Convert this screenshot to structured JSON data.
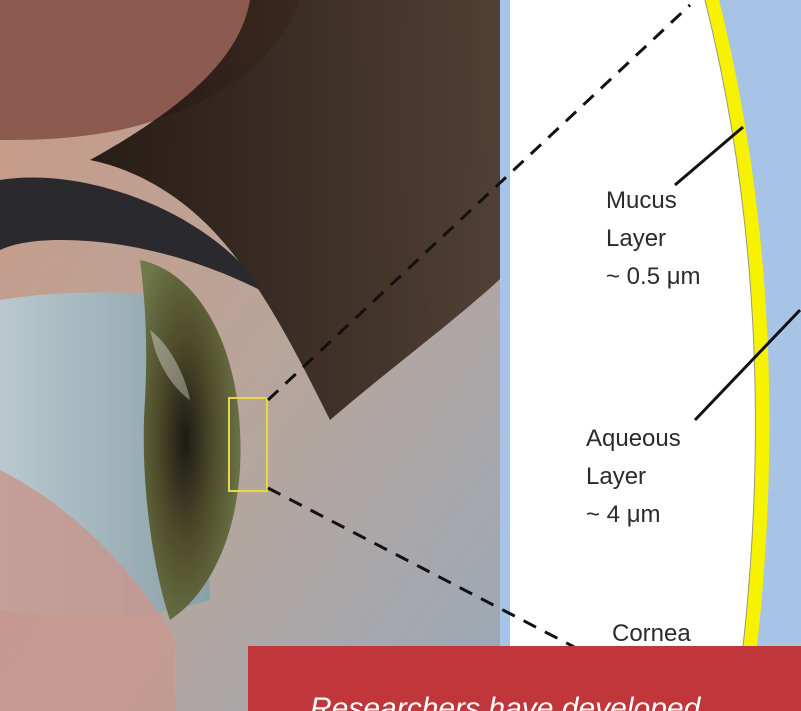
{
  "diagram": {
    "layers": [
      {
        "name": "Mucus",
        "label_lines": [
          "Mucus",
          "Layer",
          "~ 0.5 μm"
        ]
      },
      {
        "name": "Aqueous",
        "label_lines": [
          "Aqueous",
          "Layer",
          "~ 4 μm"
        ]
      },
      {
        "name": "Cornea",
        "label_lines": [
          "Cornea"
        ]
      }
    ]
  },
  "banner": {
    "text": "Researchers have developed"
  },
  "colors": {
    "lipid_band": "#f7f200",
    "tear_film_background": "#ffffff",
    "outer_background": "#a7c3e6",
    "highlight_box": "#e6d84a",
    "banner": "#c0363a",
    "banner_text": "#ffffff"
  }
}
